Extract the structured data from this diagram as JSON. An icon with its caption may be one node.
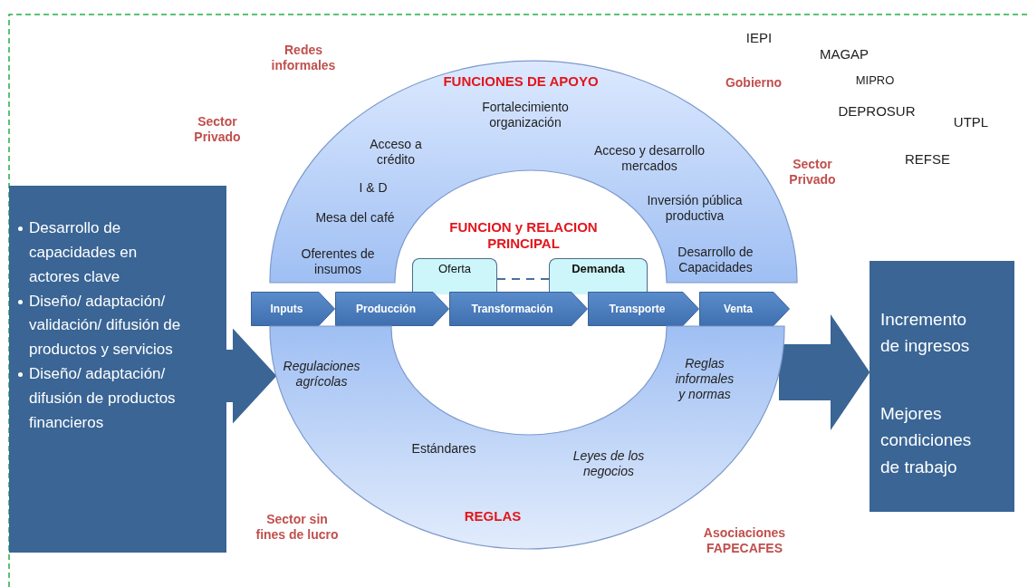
{
  "diagram": {
    "nodes": [
      {
        "text": [
          "Desarrollo de capacidades en actores clave",
          "Diseño/ adaptación/ validación/ difusión de productos y servicios",
          "Diseño/ adaptación/ difusión de productos financieros"
        ]
      },
      {
        "text": [
          "FUNCIONES DE APOYO",
          "Fortalecimiento organización",
          "Acceso a crédito",
          "Acceso y desarrollo mercados",
          "I & D",
          "Mesa del café",
          "Inversión pública productiva",
          "Oferentes de insumos",
          "Desarrollo de Capacidades"
        ]
      },
      {
        "text": [
          "Oferta"
        ]
      },
      {
        "text": [
          "Demanda"
        ]
      },
      {
        "text": [
          "Inputs"
        ]
      },
      {
        "text": [
          "Producción"
        ]
      },
      {
        "text": [
          "Transformación"
        ]
      },
      {
        "text": [
          "Transporte"
        ]
      },
      {
        "text": [
          "Venta"
        ]
      },
      {
        "text": [
          "Regulaciones agrícolas",
          "Reglas informales y normas",
          "Estándares",
          "Leyes de los negocios",
          "REGLAS"
        ]
      },
      {
        "text": [
          "Incremento de ingresos",
          "Mejores condiciones de trabajo"
        ]
      }
    ],
    "edges": [
      {
        "from": 0,
        "to": 9,
        "arrow": "to"
      },
      {
        "from": 9,
        "to": 10,
        "arrow": "to"
      },
      {
        "from": 2,
        "to": 3,
        "arrow": "none",
        "style": "dashed"
      }
    ],
    "labels": [
      "IEPI",
      "MAGAP",
      "Redes informales",
      "Gobierno",
      "MIPRO",
      "DEPROSUR",
      "Sector Privado",
      "UTPL",
      "REFSE",
      "Sector Privado",
      "FUNCION y RELACION PRINCIPAL",
      "Sector sin fines de lucro",
      "Asociaciones FAPECAFES"
    ]
  }
}
